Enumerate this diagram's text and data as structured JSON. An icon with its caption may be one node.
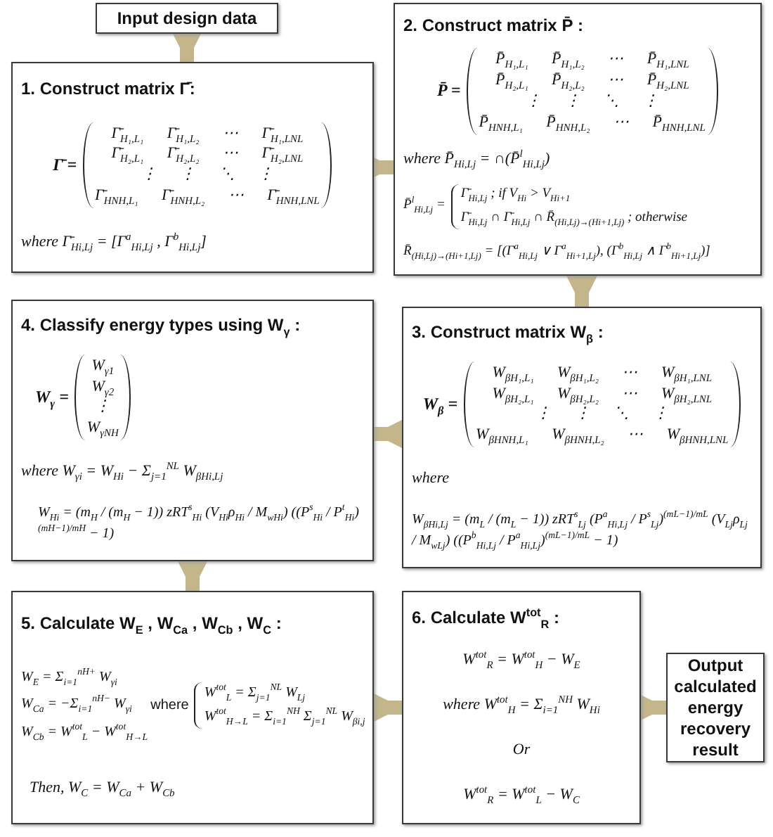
{
  "diagram": {
    "nodes": [
      {
        "text": [
          "Input design data"
        ]
      },
      {
        "text": [
          "1. Construct matrix Γ̄:",
          "Γ̄ =",
          "Γ̄$_{H₁,L₁}$ Γ̄$_{H₁,L₂}$ ⋯ Γ̄$_{H₁,LNL}$",
          "Γ̄$_{H₂,L₁}$ Γ̄$_{H₂,L₂}$ ⋯ Γ̄$_{H₂,LNL}$",
          "⋮ ⋮ ⋱ ⋮",
          "Γ̄$_{HNH,L₁}$ Γ̄$_{HNH,L₂}$ ⋯ Γ̄$_{HNH,LNL}$",
          "where Γ̄$_{Hi,Lj}$ = [Γ$^{a}$$_{Hi,Lj}$ , Γ$^{b}$$_{Hi,Lj}$]"
        ]
      },
      {
        "text": [
          "2. Construct matrix P̄ :",
          "P̄ =",
          "P̄$_{H₁,L₁}$ P̄$_{H₁,L₂}$ ⋯ P̄$_{H₁,LNL}$",
          "P̄$_{H₂,L₁}$ P̄$_{H₂,L₂}$ ⋯ P̄$_{H₂,LNL}$",
          "⋮ ⋮ ⋱ ⋮",
          "P̄$_{HNH,L₁}$ P̄$_{HNH,L₂}$ ⋯ P̄$_{HNH,LNL}$",
          "where P̄$_{Hi,Lj}$ = ∩(P̄$^{l}$$_{Hi,Lj}$)",
          "P̄$^{l}$$_{Hi,Lj}$ =",
          "Γ̄$_{Hi,Lj}$ ; if V$_{Hi}$ > V$_{Hi+1}$",
          "Γ̄$_{Hi,Lj}$ ∩ Γ̄$_{Hi,Lj}$ ∩ R̄$_{(Hi,Lj)→(Hi+1,Lj)}$ ; otherwise",
          "R̄$_{(Hi,Lj)→(Hi+1,Lj)}$ = [(Γ$^{a}$$_{Hi,Lj}$ ∨ Γ$^{a}$$_{Hi+1,Lj}$), (Γ$^{b}$$_{Hi,Lj}$ ∧ Γ$^{b}$$_{Hi+1,Lj}$)]"
        ]
      },
      {
        "text": [
          "3. Construct matrix W$_{β}$ :",
          "W$_{β}$ =",
          "W$_{βH₁,L₁}$ W$_{βH₁,L₂}$ ⋯ W$_{βH₁,LNL}$",
          "W$_{βH₂,L₁}$ W$_{βH₂,L₂}$ ⋯ W$_{βH₂,LNL}$",
          "⋮ ⋮ ⋱ ⋮",
          "W$_{βHNH,L₁}$ W$_{βHNH,L₂}$ ⋯ W$_{βHNH,LNL}$",
          "where",
          "W$_{βHi,Lj}$ = (m$_{L}$ / (m$_{L}$ − 1)) zRT$^{s}$$_{Lj}$ (P$^{a}$$_{Hi,Lj}$ / P$^{s}$$_{Lj}$)$^{(mL−1)/mL}$ (V$_{Lj}$ρ$_{Lj}$ / M$_{wLj}$) ((P$^{b}$$_{Hi,Lj}$ / P$^{a}$$_{Hi,Lj}$)$^{(mL−1)/mL}$ − 1)"
        ]
      },
      {
        "text": [
          "4. Classify energy types using W$_{γ}$ :",
          "W$_{γ}$ =",
          "W$_{γ1}$",
          "W$_{γ2}$",
          "⋮",
          "W$_{γNH}$",
          "where W$_{γi}$ = W$_{Hi}$ − Σ$_{j=1}$$^{NL}$ W$_{βHi,Lj}$",
          "W$_{Hi}$ = (m$_{H}$ / (m$_{H}$ − 1)) zRT$^{s}$$_{Hi}$ (V$_{Hi}$ρ$_{Hi}$ / M$_{wHi}$) ((P$^{s}$$_{Hi}$ / P$^{t}$$_{Hi}$)$^{(mH−1)/mH}$ − 1)"
        ]
      },
      {
        "text": [
          "5. Calculate W$_{E}$ , W$_{Ca}$ , W$_{Cb}$ , W$_{C}$ :",
          "W$_{E}$ = Σ$_{i=1}$$^{nH+}$ W$_{γi}$",
          "W$_{Ca}$ = −Σ$_{i=1}$$^{nH−}$ W$_{γi}$",
          "W$_{Cb}$ = W$^{tot}$$_{L}$ − W$^{tot}$$_{H→L}$",
          "where",
          "W$^{tot}$$_{L}$ = Σ$_{j=1}$$^{NL}$ W$_{Lj}$",
          "W$^{tot}$$_{H→L}$ = Σ$_{i=1}$$^{NH}$ Σ$_{j=1}$$^{NL}$ W$_{βi,j}$",
          "Then, W$_{C}$ = W$_{Ca}$ + W$_{Cb}$"
        ]
      },
      {
        "text": [
          "6. Calculate W$^{tot}$$_{R}$ :",
          "W$^{tot}$$_{R}$ = W$^{tot}$$_{H}$ − W$_{E}$",
          "where W$^{tot}$$_{H}$ = Σ$_{i=1}$$^{NH}$ W$_{Hi}$",
          "Or",
          "W$^{tot}$$_{R}$ = W$^{tot}$$_{L}$ − W$_{C}$"
        ]
      },
      {
        "text": [
          "Output calculated energy recovery result"
        ]
      }
    ],
    "edges": [
      {
        "from": 0,
        "to": 1,
        "arrow": "to"
      },
      {
        "from": 1,
        "to": 2,
        "arrow": "to"
      },
      {
        "from": 2,
        "to": 3,
        "arrow": "to"
      },
      {
        "from": 3,
        "to": 4,
        "arrow": "to"
      },
      {
        "from": 4,
        "to": 5,
        "arrow": "to"
      },
      {
        "from": 5,
        "to": 6,
        "arrow": "to"
      },
      {
        "from": 6,
        "to": 7,
        "arrow": "to"
      }
    ]
  }
}
